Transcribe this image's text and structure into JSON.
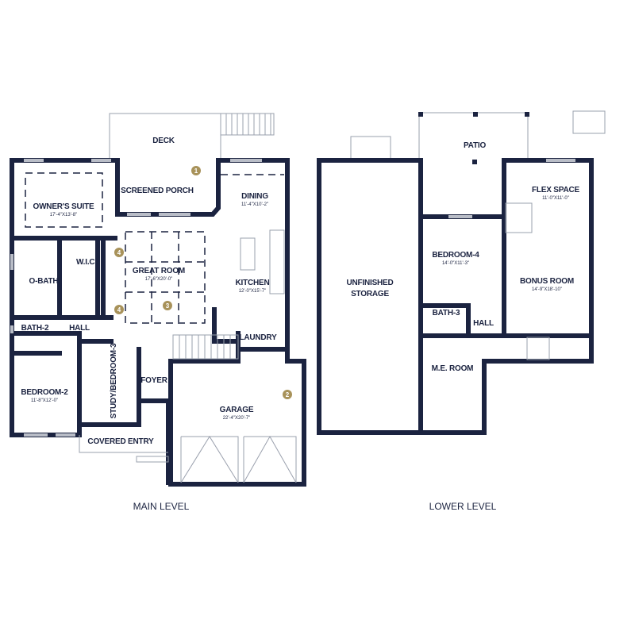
{
  "colors": {
    "wall": "#1b2340",
    "badge": "#a8925a"
  },
  "main_level": {
    "title": "MAIN LEVEL",
    "rooms": [
      {
        "name": "DECK",
        "dim": ""
      },
      {
        "name": "SCREENED PORCH",
        "dim": ""
      },
      {
        "name": "OWNER'S SUITE",
        "dim": "17'-4\"X13'-8\""
      },
      {
        "name": "DINING",
        "dim": "11'-4\"X10'-2\""
      },
      {
        "name": "W.I.C.",
        "dim": ""
      },
      {
        "name": "O-BATH",
        "dim": ""
      },
      {
        "name": "GREAT ROOM",
        "dim": "17'-6\"X20'-0\""
      },
      {
        "name": "KITCHEN",
        "dim": "12'-0\"X15'-7\""
      },
      {
        "name": "BATH-2",
        "dim": ""
      },
      {
        "name": "HALL",
        "dim": ""
      },
      {
        "name": "LAUNDRY",
        "dim": ""
      },
      {
        "name": "STUDY/BEDROOM-3",
        "dim": ""
      },
      {
        "name": "FOYER",
        "dim": ""
      },
      {
        "name": "BEDROOM-2",
        "dim": "11'-8\"X12'-0\""
      },
      {
        "name": "GARAGE",
        "dim": "22'-4\"X20'-7\""
      },
      {
        "name": "COVERED ENTRY",
        "dim": ""
      }
    ],
    "badges": [
      "1",
      "2",
      "3",
      "4",
      "4"
    ]
  },
  "lower_level": {
    "title": "LOWER LEVEL",
    "rooms": [
      {
        "name": "PATIO",
        "dim": ""
      },
      {
        "name": "UNFINISHED",
        "dim": ""
      },
      {
        "name": "STORAGE",
        "dim": ""
      },
      {
        "name": "FLEX SPACE",
        "dim": "11'-0\"X11'-0\""
      },
      {
        "name": "BEDROOM-4",
        "dim": "14'-0\"X11'-3\""
      },
      {
        "name": "BONUS ROOM",
        "dim": "14'-9\"X18'-10\""
      },
      {
        "name": "BATH-3",
        "dim": ""
      },
      {
        "name": "HALL",
        "dim": ""
      },
      {
        "name": "M.E. ROOM",
        "dim": ""
      }
    ]
  }
}
